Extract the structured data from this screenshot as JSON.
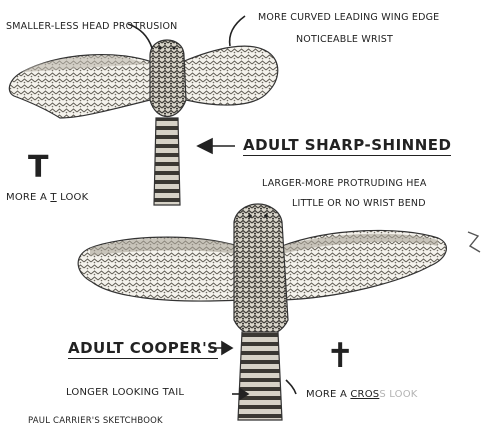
{
  "sharp_shinned": {
    "name": "ADULT SHARP-SHINNED",
    "head_note": "SMALLER-LESS HEAD PROTRUSION",
    "wing_note_line1": "MORE CURVED LEADING WING EDGE",
    "wing_note_line2": "NOTICEABLE WRIST",
    "shape_symbol": "T",
    "shape_note_pre": "MORE A ",
    "shape_note_key": "T",
    "shape_note_post": " LOOK"
  },
  "coopers": {
    "name": "ADULT COOPER'S",
    "head_note_line1": "LARGER-MORE PROTRUDING HEA",
    "head_note_line2": "LITTLE OR NO WRIST BEND",
    "tail_note": "LONGER LOOKING TAIL",
    "shape_symbol": "✝",
    "shape_note_pre": "MORE A ",
    "shape_note_key": "CROS",
    "shape_note_faded": "S LOOK"
  },
  "signature": "PAUL CARRIER'S SKETCHBOOK"
}
